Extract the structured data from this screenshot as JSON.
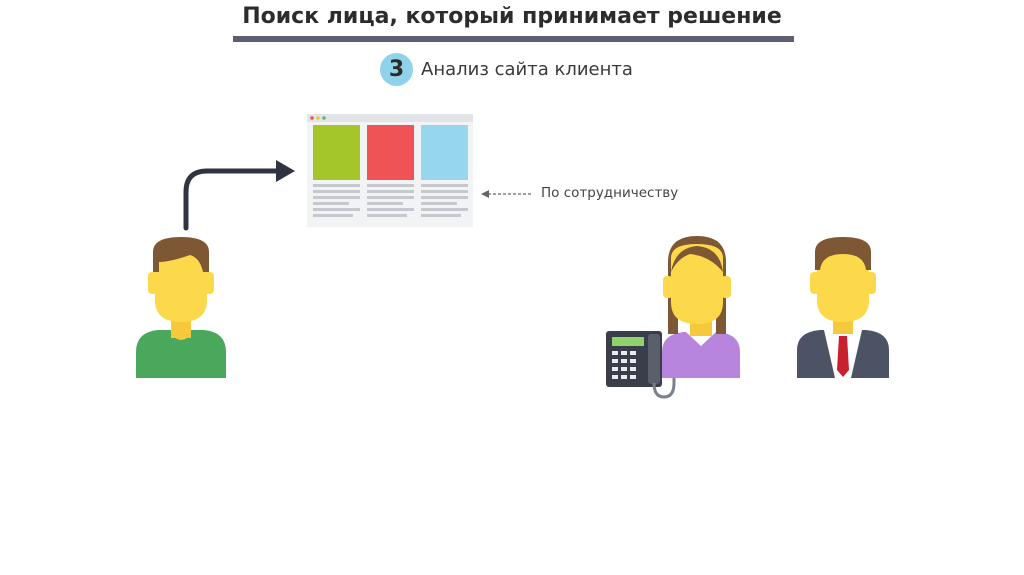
{
  "header": {
    "title": "Поиск лица, который принимает решение"
  },
  "step": {
    "number": "3",
    "label": "Анализ сайта клиента"
  },
  "website_mockup": {
    "blocks": [
      {
        "color": "#a4c62a"
      },
      {
        "color": "#ef5356"
      },
      {
        "color": "#96d6ee"
      }
    ]
  },
  "annotation": {
    "text": "По сотрудничеству"
  },
  "colors": {
    "title_bar": "#5e5e73",
    "step_badge": "#8fd3ea",
    "skin": "#fcd94b",
    "hair": "#7e5734",
    "shirt_green": "#49a85b",
    "shirt_purple": "#b885de",
    "suit": "#4c5364",
    "tie": "#c8202e",
    "arrow": "#2f3440"
  },
  "icons": {
    "person_left": "man-green-shirt-icon",
    "secretary": "woman-with-phone-icon",
    "phone": "desk-phone-icon",
    "director": "man-in-suit-icon",
    "arrow": "arrow-right-icon"
  }
}
